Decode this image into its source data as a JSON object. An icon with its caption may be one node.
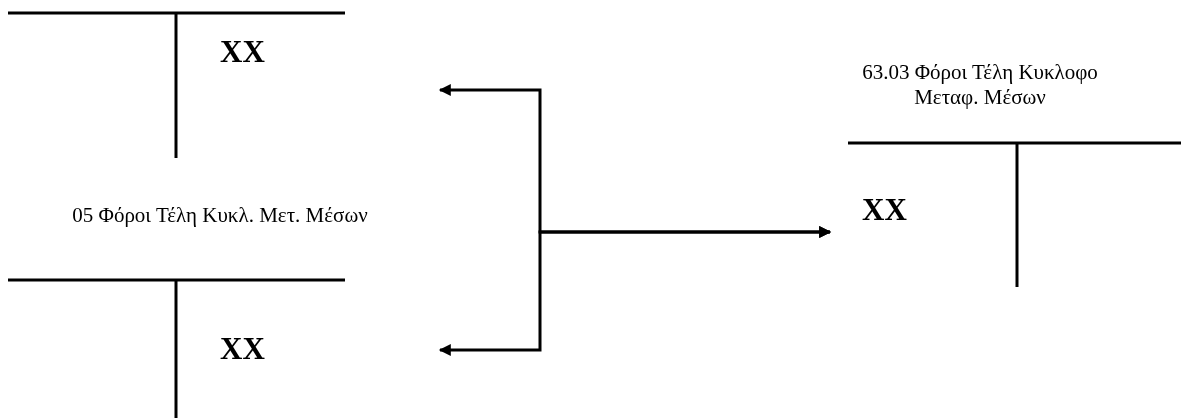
{
  "diagram": {
    "nodes": [
      {
        "text": [
          "XX"
        ]
      },
      {
        "text": [
          "05 Φόροι Τέλη Κυκλ. Μετ. Μέσων",
          "XX"
        ]
      },
      {
        "text": [
          "63.03 Φόροι Τέλη Κυκλοφο Μεταφ. Μέσων",
          "XX"
        ]
      }
    ],
    "edges": [
      {
        "from": 0,
        "to": 2,
        "arrow": "both"
      },
      {
        "from": 1,
        "to": 2,
        "arrow": "both"
      }
    ]
  }
}
